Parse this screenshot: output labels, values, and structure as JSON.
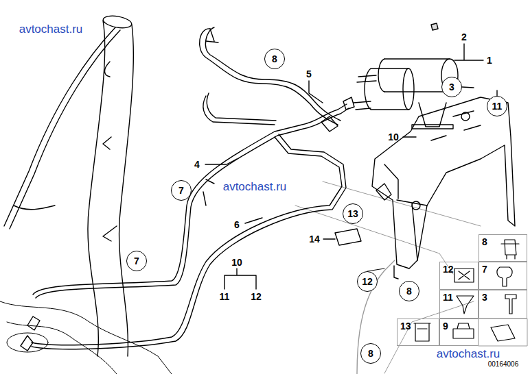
{
  "diagram": {
    "nodes": [
      {
        "text": [
          "8"
        ]
      },
      {
        "text": [
          "3"
        ]
      },
      {
        "text": [
          "11"
        ]
      },
      {
        "text": [
          "7"
        ]
      },
      {
        "text": [
          "13"
        ]
      },
      {
        "text": [
          "7"
        ]
      },
      {
        "text": [
          "12"
        ]
      },
      {
        "text": [
          "8"
        ]
      },
      {
        "text": [
          "8"
        ]
      },
      {
        "text": [
          "8"
        ]
      },
      {
        "text": [
          "12"
        ]
      },
      {
        "text": [
          "7"
        ]
      },
      {
        "text": [
          "11"
        ]
      },
      {
        "text": [
          "3"
        ]
      },
      {
        "text": [
          "13"
        ]
      },
      {
        "text": [
          "9"
        ]
      }
    ],
    "edges": [],
    "labels": [
      "avtochast.ru",
      "2",
      "1",
      "5",
      "10",
      "4",
      "avtochast.ru",
      "6",
      "14",
      "10",
      "11",
      "12",
      "avtochast.ru",
      "00164006"
    ]
  }
}
